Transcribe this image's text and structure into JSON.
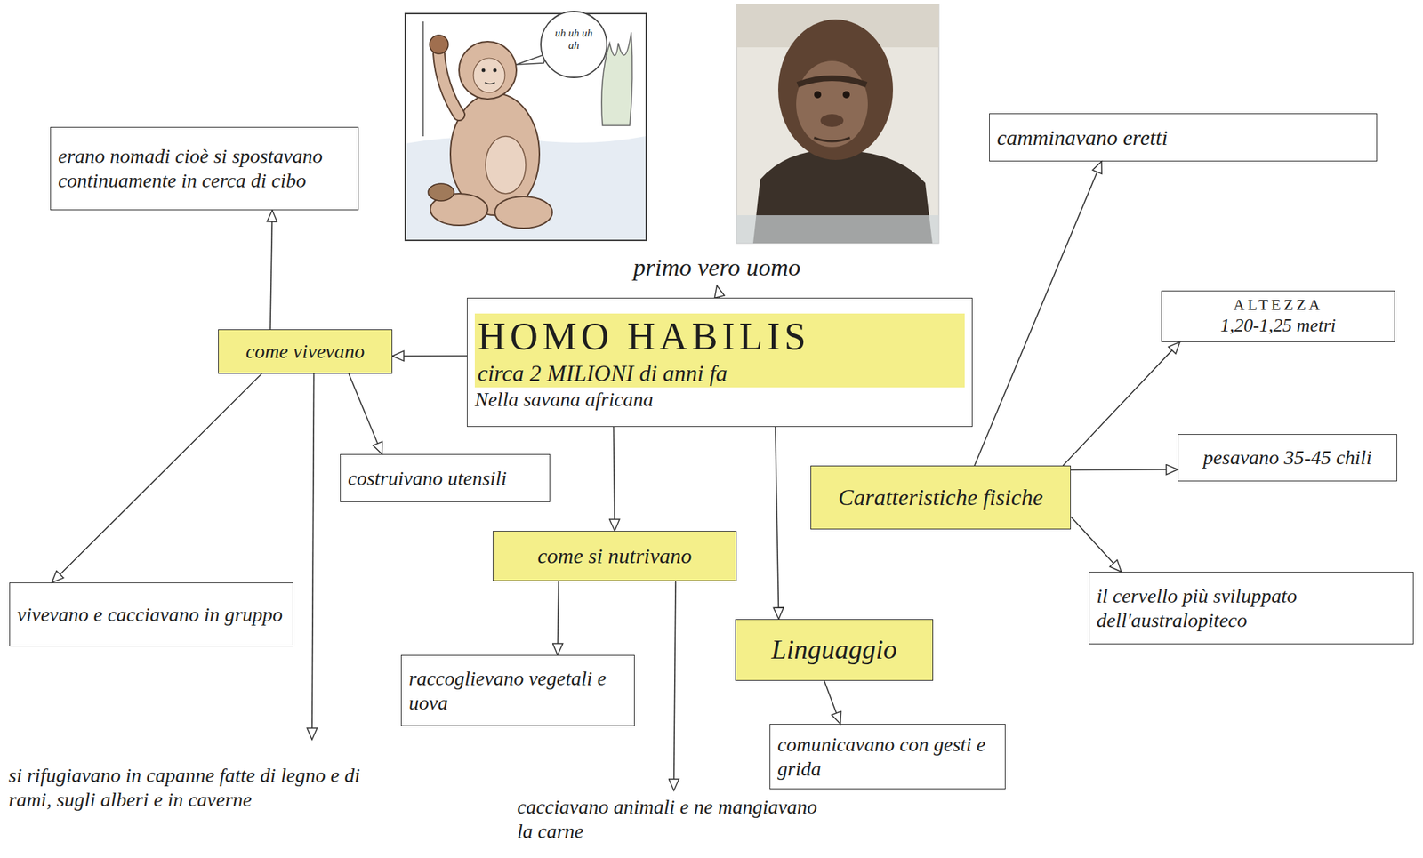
{
  "diagram": {
    "nodes": [
      {
        "text": [
          "erano nomadi cioè si spostavano continuamente in cerca di cibo"
        ]
      },
      {
        "text": [
          "camminavano eretti"
        ]
      },
      {
        "text": [
          "primo vero uomo"
        ]
      },
      {
        "text": [
          "HOMO HABILIS",
          "circa 2 MILIONI di anni fa",
          "Nella savana africana"
        ]
      },
      {
        "text": [
          "ALTEZZA",
          "1,20-1,25 metri"
        ]
      },
      {
        "text": [
          "come vivevano"
        ]
      },
      {
        "text": [
          "pesavano 35-45 chili"
        ]
      },
      {
        "text": [
          "costruivano utensili"
        ]
      },
      {
        "text": [
          "Caratteristiche fisiche"
        ]
      },
      {
        "text": [
          "come si nutrivano"
        ]
      },
      {
        "text": [
          "il cervello più sviluppato dell'australopiteco"
        ]
      },
      {
        "text": [
          "vivevano e cacciavano in gruppo"
        ]
      },
      {
        "text": [
          "Linguaggio"
        ]
      },
      {
        "text": [
          "raccoglievano vegetali e uova"
        ]
      },
      {
        "text": [
          "comunicavano con gesti e grida"
        ]
      },
      {
        "text": [
          "si rifugiavano in capanne fatte di legno e di rami, sugli alberi e in caverne"
        ]
      },
      {
        "text": [
          "cacciavano animali e ne mangiavano la carne"
        ]
      }
    ],
    "edges": [
      {
        "from": 3,
        "to": 2,
        "arrow": "to"
      },
      {
        "from": 3,
        "to": 5,
        "arrow": "to"
      },
      {
        "from": 5,
        "to": 0,
        "arrow": "to"
      },
      {
        "from": 5,
        "to": 7,
        "arrow": "to"
      },
      {
        "from": 5,
        "to": 11,
        "arrow": "to"
      },
      {
        "from": 5,
        "to": 15,
        "arrow": "to"
      },
      {
        "from": 3,
        "to": 9,
        "arrow": "to"
      },
      {
        "from": 9,
        "to": 13,
        "arrow": "to"
      },
      {
        "from": 9,
        "to": 16,
        "arrow": "to"
      },
      {
        "from": 3,
        "to": 12,
        "arrow": "to"
      },
      {
        "from": 12,
        "to": 14,
        "arrow": "to"
      },
      {
        "from": 8,
        "to": 1,
        "arrow": "to"
      },
      {
        "from": 8,
        "to": 4,
        "arrow": "to"
      },
      {
        "from": 8,
        "to": 6,
        "arrow": "to"
      },
      {
        "from": 8,
        "to": 10,
        "arrow": "to"
      }
    ],
    "labels": [
      "uh uh uh ah"
    ]
  }
}
